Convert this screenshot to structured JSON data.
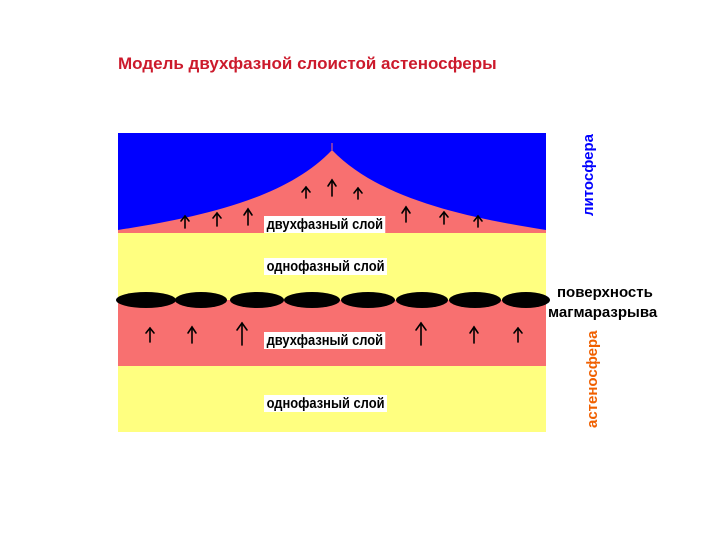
{
  "title": "Модель двухфазной слоистой астеносферы",
  "layers": {
    "two_phase_top": "двухфазный слой",
    "one_phase_upper": "однофазный слой",
    "two_phase_lower": "двухфазный слой",
    "one_phase_lower": "однофазный слой"
  },
  "labels": {
    "lithosphere": "литосфера",
    "surface_line1": "поверхность",
    "surface_line2": "магмаразрыва",
    "asthenosphere": "астеносфера"
  },
  "colors": {
    "lithosphere": "#0000ff",
    "two_phase": "#f87070",
    "one_phase": "#ffff80",
    "lenses": "#000000",
    "title": "#cc1a2c",
    "asthenosphere_text": "#f06000"
  },
  "icons": {
    "arrow": "up-arrow-icon",
    "lens": "melt-lens-icon"
  }
}
